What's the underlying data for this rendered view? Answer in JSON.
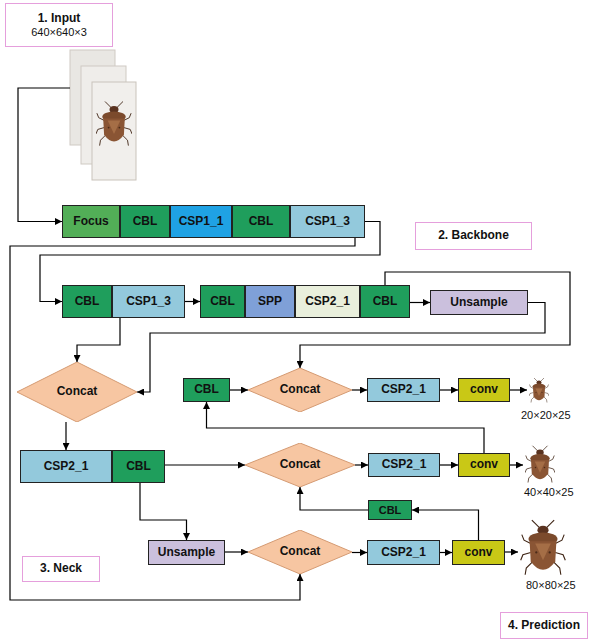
{
  "diagram": {
    "nodes": [
      {
        "text": [
          "1. Input",
          "640×640×3"
        ]
      },
      {
        "text": [
          "Focus"
        ]
      },
      {
        "text": [
          "CBL"
        ]
      },
      {
        "text": [
          "CSP1_1"
        ]
      },
      {
        "text": [
          "CBL"
        ]
      },
      {
        "text": [
          "CSP1_3"
        ]
      },
      {
        "text": [
          "2. Backbone"
        ]
      },
      {
        "text": [
          "CBL"
        ]
      },
      {
        "text": [
          "CSP1_3"
        ]
      },
      {
        "text": [
          "CBL"
        ]
      },
      {
        "text": [
          "SPP"
        ]
      },
      {
        "text": [
          "CSP2_1"
        ]
      },
      {
        "text": [
          "CBL"
        ]
      },
      {
        "text": [
          "Unsample"
        ]
      },
      {
        "text": [
          "Concat"
        ]
      },
      {
        "text": [
          "CBL"
        ]
      },
      {
        "text": [
          "Concat"
        ]
      },
      {
        "text": [
          "CSP2_1"
        ]
      },
      {
        "text": [
          "conv"
        ]
      },
      {
        "text": [
          "CSP2_1"
        ]
      },
      {
        "text": [
          "CBL"
        ]
      },
      {
        "text": [
          "Concat"
        ]
      },
      {
        "text": [
          "CSP2_1"
        ]
      },
      {
        "text": [
          "conv"
        ]
      },
      {
        "text": [
          "CBL"
        ]
      },
      {
        "text": [
          "Unsample"
        ]
      },
      {
        "text": [
          "Concat"
        ]
      },
      {
        "text": [
          "CSP2_1"
        ]
      },
      {
        "text": [
          "conv"
        ]
      },
      {
        "text": [
          "3. Neck"
        ]
      },
      {
        "text": [
          "4. Prediction"
        ]
      }
    ],
    "edges": [
      {
        "from": 5,
        "to": 7,
        "arrow": "to"
      },
      {
        "from": 5,
        "to": 26,
        "arrow": "to"
      },
      {
        "from": 8,
        "to": 9,
        "arrow": "to"
      },
      {
        "from": 8,
        "to": 14,
        "arrow": "to"
      },
      {
        "from": 12,
        "to": 13,
        "arrow": "to"
      },
      {
        "from": 12,
        "to": 16,
        "arrow": "to"
      },
      {
        "from": 13,
        "to": 14,
        "arrow": "to"
      },
      {
        "from": 14,
        "to": 19,
        "arrow": "to"
      },
      {
        "from": 20,
        "to": 21,
        "arrow": "to"
      },
      {
        "from": 20,
        "to": 25,
        "arrow": "to"
      },
      {
        "from": 25,
        "to": 26,
        "arrow": "to"
      },
      {
        "from": 26,
        "to": 27,
        "arrow": "to"
      },
      {
        "from": 27,
        "to": 28,
        "arrow": "to"
      },
      {
        "from": 28,
        "to": 24,
        "arrow": "to"
      },
      {
        "from": 24,
        "to": 21,
        "arrow": "to"
      },
      {
        "from": 21,
        "to": 22,
        "arrow": "to"
      },
      {
        "from": 22,
        "to": 23,
        "arrow": "to"
      },
      {
        "from": 23,
        "to": 15,
        "arrow": "to"
      },
      {
        "from": 15,
        "to": 16,
        "arrow": "to"
      },
      {
        "from": 16,
        "to": 17,
        "arrow": "to"
      },
      {
        "from": 17,
        "to": 18,
        "arrow": "to"
      }
    ],
    "labels": [
      "20×20×25",
      "40×40×25",
      "80×80×25"
    ]
  }
}
